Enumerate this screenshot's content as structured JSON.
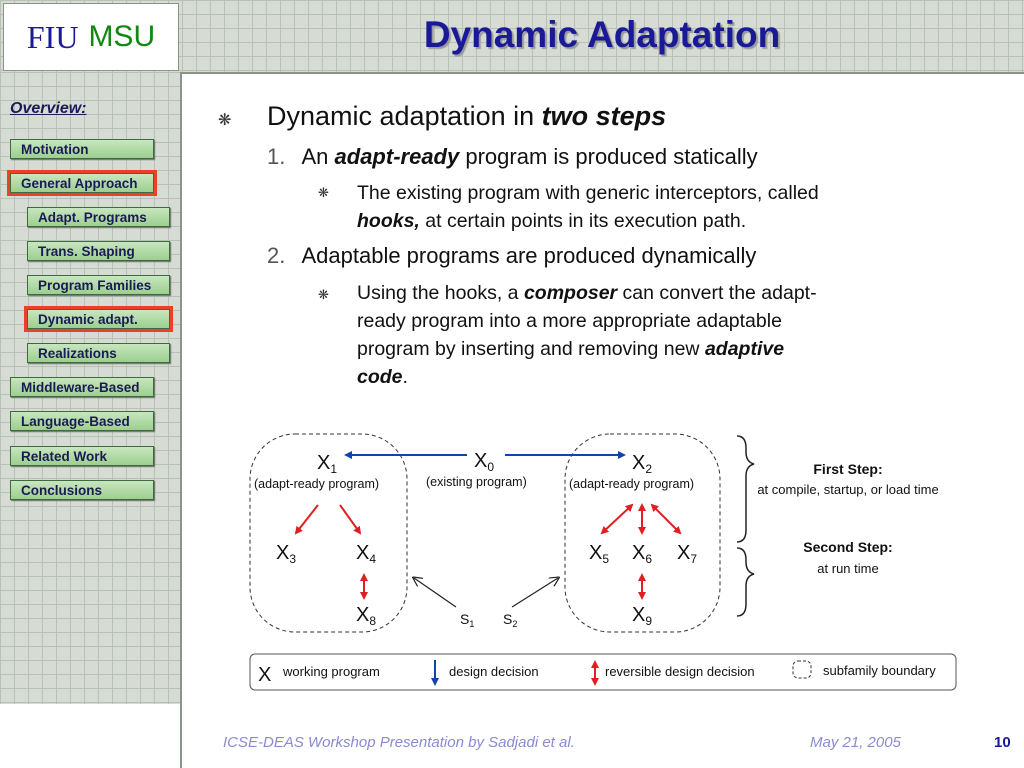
{
  "logo": {
    "left": "FIU",
    "right": "MSU"
  },
  "title": "Dynamic Adaptation",
  "sidebar": {
    "heading": "Overview:",
    "items": [
      {
        "label": "Motivation"
      },
      {
        "label": "General Approach"
      },
      {
        "label": "Adapt. Programs"
      },
      {
        "label": "Trans. Shaping"
      },
      {
        "label": "Program Families"
      },
      {
        "label": "Dynamic adapt."
      },
      {
        "label": "Realizations"
      },
      {
        "label": "Middleware-Based"
      },
      {
        "label": "Language-Based"
      },
      {
        "label": "Related Work"
      },
      {
        "label": "Conclusions"
      }
    ]
  },
  "content": {
    "bullet1_pre": "Dynamic adaptation in ",
    "bullet1_em": "two steps",
    "step1": {
      "num": "1.",
      "pre": "An ",
      "em": "adapt-ready",
      "post": " program is produced statically"
    },
    "step1_sub": {
      "line1": "The existing program with generic interceptors, called",
      "em": "hooks,",
      "post": " at certain points in its execution path."
    },
    "step2": {
      "num": "2.",
      "text": "Adaptable programs are produced dynamically"
    },
    "step2_sub": {
      "pre": "Using the hooks, a ",
      "em": "composer",
      "post1": " can convert the adapt-",
      "line2": "ready program into a more appropriate adaptable",
      "line3_pre": "program by inserting and removing new ",
      "em2": "adaptive",
      "em3": "code",
      "end": "."
    }
  },
  "diagram": {
    "x0": {
      "base": "X",
      "sub": "0",
      "note": "(existing program)"
    },
    "x1": {
      "base": "X",
      "sub": "1",
      "note": "(adapt-ready program)"
    },
    "x2": {
      "base": "X",
      "sub": "2",
      "note": "(adapt-ready program)"
    },
    "x3": {
      "base": "X",
      "sub": "3"
    },
    "x4": {
      "base": "X",
      "sub": "4"
    },
    "x5": {
      "base": "X",
      "sub": "5"
    },
    "x6": {
      "base": "X",
      "sub": "6"
    },
    "x7": {
      "base": "X",
      "sub": "7"
    },
    "x8": {
      "base": "X",
      "sub": "8"
    },
    "x9": {
      "base": "X",
      "sub": "9"
    },
    "s1": {
      "base": "S",
      "sub": "1"
    },
    "s2": {
      "base": "S",
      "sub": "2"
    },
    "first_step": {
      "title": "First Step:",
      "desc": "at compile, startup, or load time"
    },
    "second_step": {
      "title": "Second Step:",
      "desc": "at run time"
    },
    "legend": {
      "x_symbol": "X",
      "working": "working program",
      "design": "design decision",
      "reversible": "reversible design decision",
      "subfamily": "subfamily boundary"
    },
    "colors": {
      "blue_arrow": "#1144aa",
      "red_arrow": "#e02020"
    }
  },
  "footer": {
    "text": "ICSE-DEAS Workshop Presentation by Sadjadi et al.",
    "date": "May 21, 2005",
    "page": "10"
  }
}
